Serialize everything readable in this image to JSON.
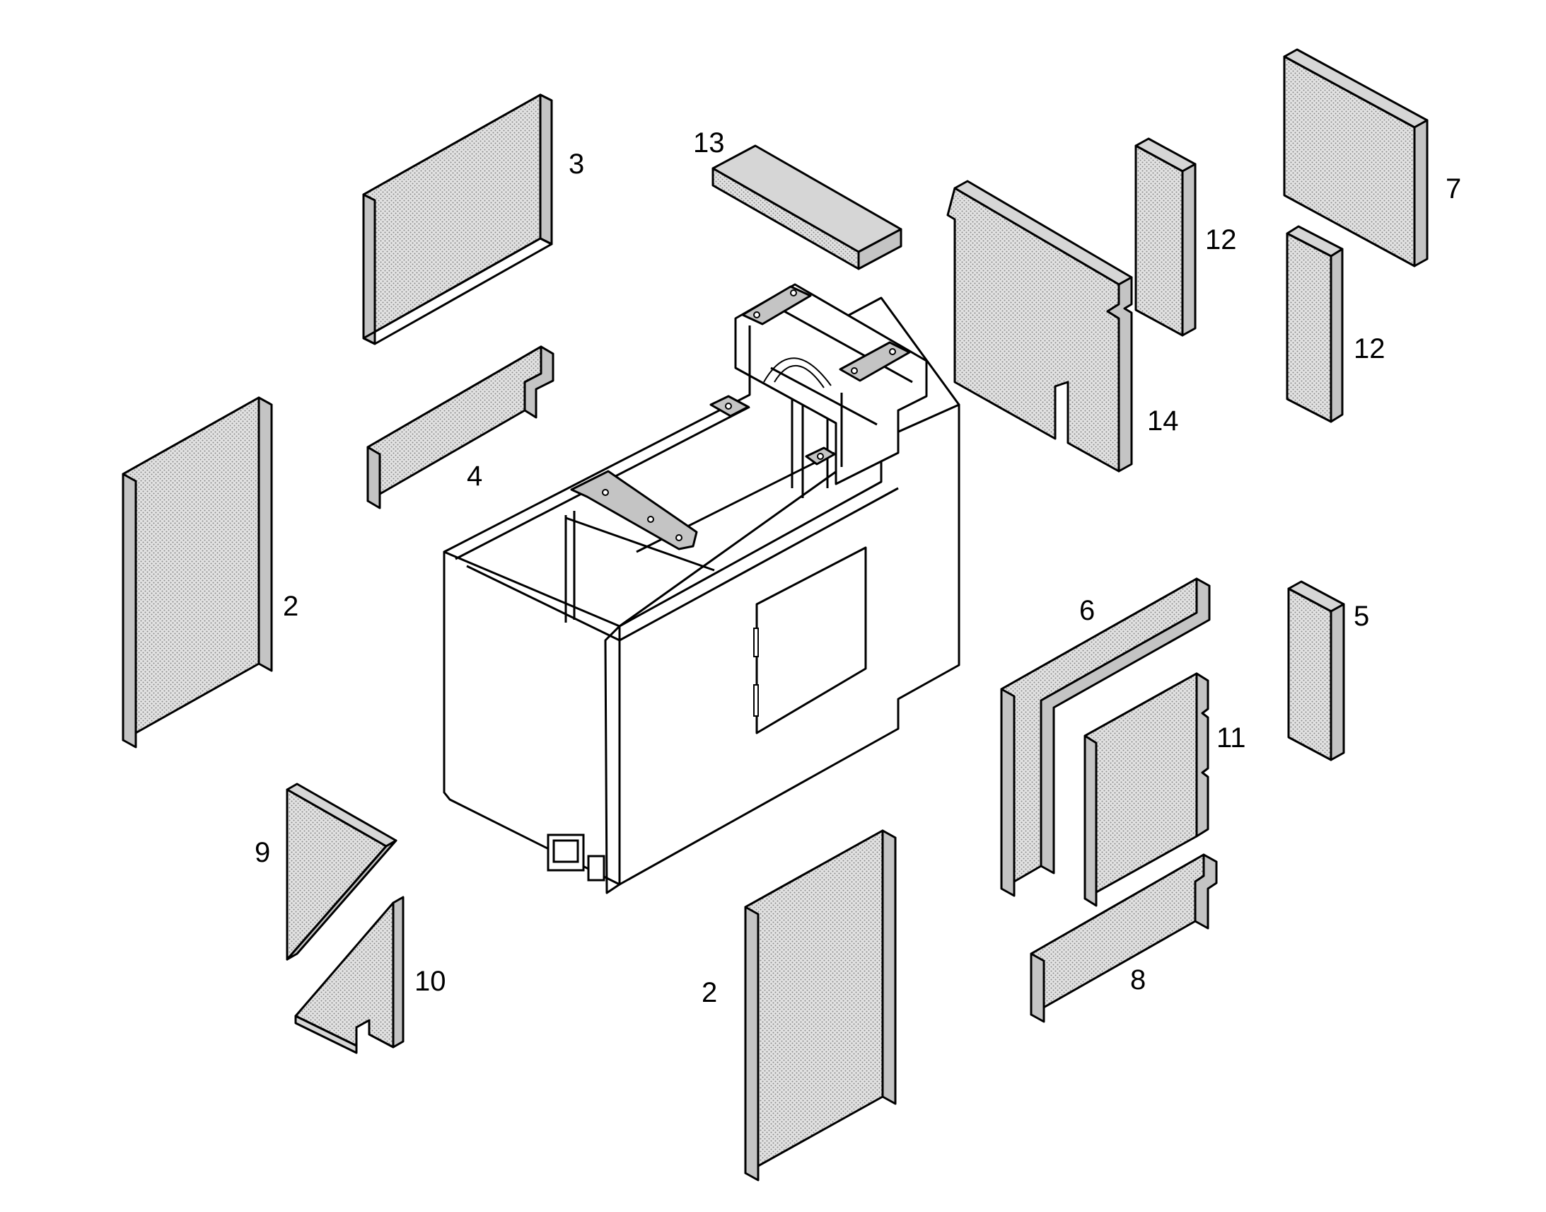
{
  "figure": {
    "background": "#ffffff",
    "panel_fill": "#d9d9d9",
    "stroke": "#000000"
  },
  "labels": {
    "p2_left": "2",
    "p2_bottom": "2",
    "p3": "3",
    "p4": "4",
    "p5": "5",
    "p6": "6",
    "p7": "7",
    "p8": "8",
    "p9": "9",
    "p10": "10",
    "p11": "11",
    "p12_a": "12",
    "p12_b": "12",
    "p13": "13",
    "p14": "14"
  }
}
